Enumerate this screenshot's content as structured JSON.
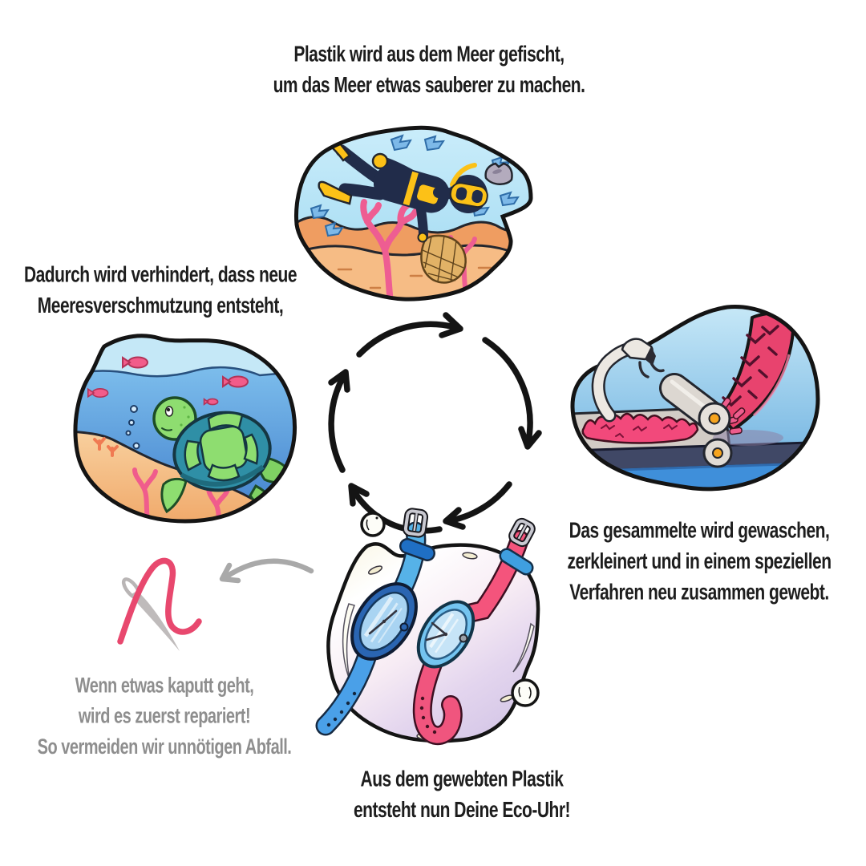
{
  "texts": {
    "fishing": [
      "Plastik wird aus dem Meer gefischt,",
      "um das Meer etwas sauberer zu machen."
    ],
    "prevention": [
      "Dadurch wird verhindert, dass neue",
      "Meeresverschmutzung entsteht,"
    ],
    "weaving": [
      "Das gesammelte  wird gewaschen,",
      "zerkleinert und in einem speziellen",
      "Verfahren neu zusammen gewebt."
    ],
    "watch": [
      "Aus dem gewebten Plastik",
      "entsteht nun Deine Eco-Uhr!"
    ],
    "repair": [
      "Wenn etwas kaputt geht,",
      "wird es zuerst repariert!",
      "So vermeiden wir unnötigen Abfall."
    ]
  },
  "illustrations": {
    "top": "scuba-diver-collecting-ocean-plastic",
    "left": "sea-turtle-in-clean-ocean",
    "right": "plastic-weaving-machine",
    "bottom": "eco-watches-in-bubble",
    "repair": "needle-and-thread",
    "center": "recycling-cycle-arrows"
  },
  "colors": {
    "text_black": "#1d1d1d",
    "text_gray": "#8e8e8e",
    "arrow_black": "#141414",
    "arrow_gray": "#a9a9a9",
    "thread_pink": "#e8486e",
    "needle_gray": "#bfbbbb",
    "water_light": "#c6eaf8",
    "water_deep": "#3c7ccc",
    "sand_orange": "#f5bc85",
    "coral_pink": "#ee5d92",
    "wetsuit_navy": "#212c4a",
    "dive_yellow": "#fcc117",
    "turtle_green": "#8edd70",
    "shell_teal": "#2f8fa6",
    "fabric_pink": "#e8436e",
    "watch_case_blue": "#2a65b2",
    "strap_blue": "#4aa0e8",
    "strap_pink": "#f0557e",
    "bubble_lavender": "#d7c9e8"
  }
}
